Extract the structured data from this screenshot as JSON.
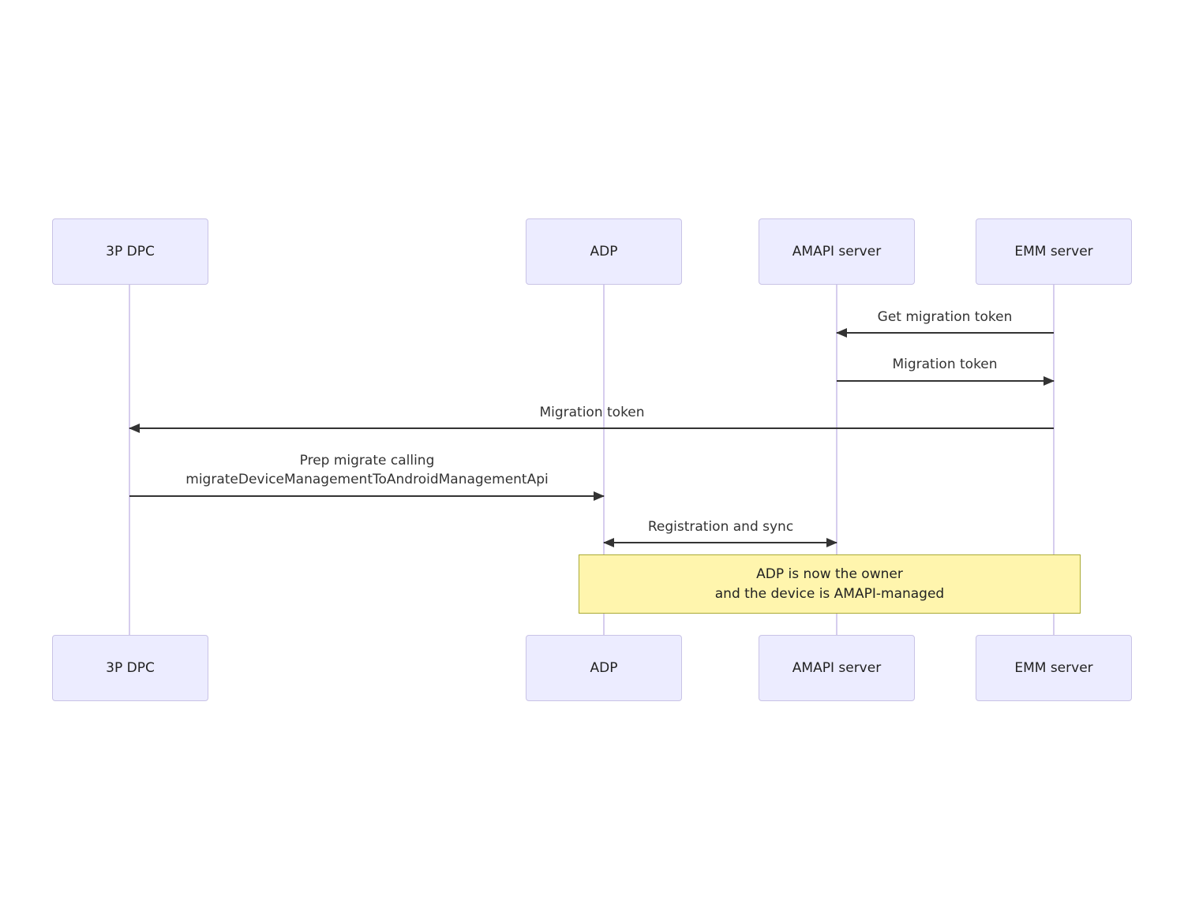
{
  "diagram": {
    "type": "sequence",
    "actors": [
      {
        "id": "3p-dpc",
        "label": "3P DPC"
      },
      {
        "id": "adp",
        "label": "ADP"
      },
      {
        "id": "amapi-server",
        "label": "AMAPI server"
      },
      {
        "id": "emm-server",
        "label": "EMM server"
      }
    ],
    "messages": [
      {
        "from": "EMM server",
        "to": "AMAPI server",
        "label": "Get migration token",
        "arrow": "left"
      },
      {
        "from": "AMAPI server",
        "to": "EMM server",
        "label": "Migration token",
        "arrow": "right"
      },
      {
        "from": "EMM server",
        "to": "3P DPC",
        "label": "Migration token",
        "arrow": "left"
      },
      {
        "from": "3P DPC",
        "to": "ADP",
        "label_lines": [
          "Prep migrate calling",
          "migrateDeviceManagementToAndroidManagementApi"
        ],
        "arrow": "right"
      },
      {
        "from": "ADP",
        "to": "AMAPI server",
        "label": "Registration and sync",
        "arrow": "both"
      }
    ],
    "note": {
      "over": [
        "ADP",
        "AMAPI server",
        "EMM server"
      ],
      "lines": [
        "ADP is now the owner",
        "and the device is AMAPI-managed"
      ]
    },
    "colors": {
      "actor_fill": "#ececff",
      "actor_border": "#c9c3e6",
      "lifeline": "#d6cdee",
      "arrow": "#333333",
      "text": "#333333",
      "note_fill": "#fff5ad",
      "note_border": "#aaaa33"
    }
  }
}
